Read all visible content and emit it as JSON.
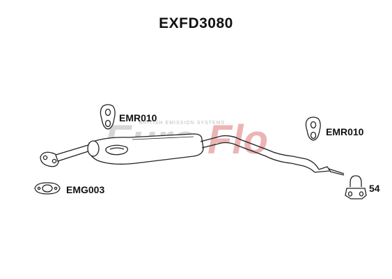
{
  "title": "EXFD3080",
  "watermark": {
    "logo_text_a": "Euro",
    "logo_text_b": "Flo",
    "tagline": "BRITISH EMISSION SYSTEMS",
    "logo_colors": {
      "main": "#c9c9c9",
      "accent": "#e8a0a0"
    }
  },
  "parts": {
    "mount_left_label": "EMR010",
    "mount_right_label": "EMR010",
    "gasket_label": "EMG003",
    "clamp_label": "54"
  },
  "colors": {
    "line": "#222222",
    "pipe_fill": "#ffffff",
    "title": "#111111"
  }
}
